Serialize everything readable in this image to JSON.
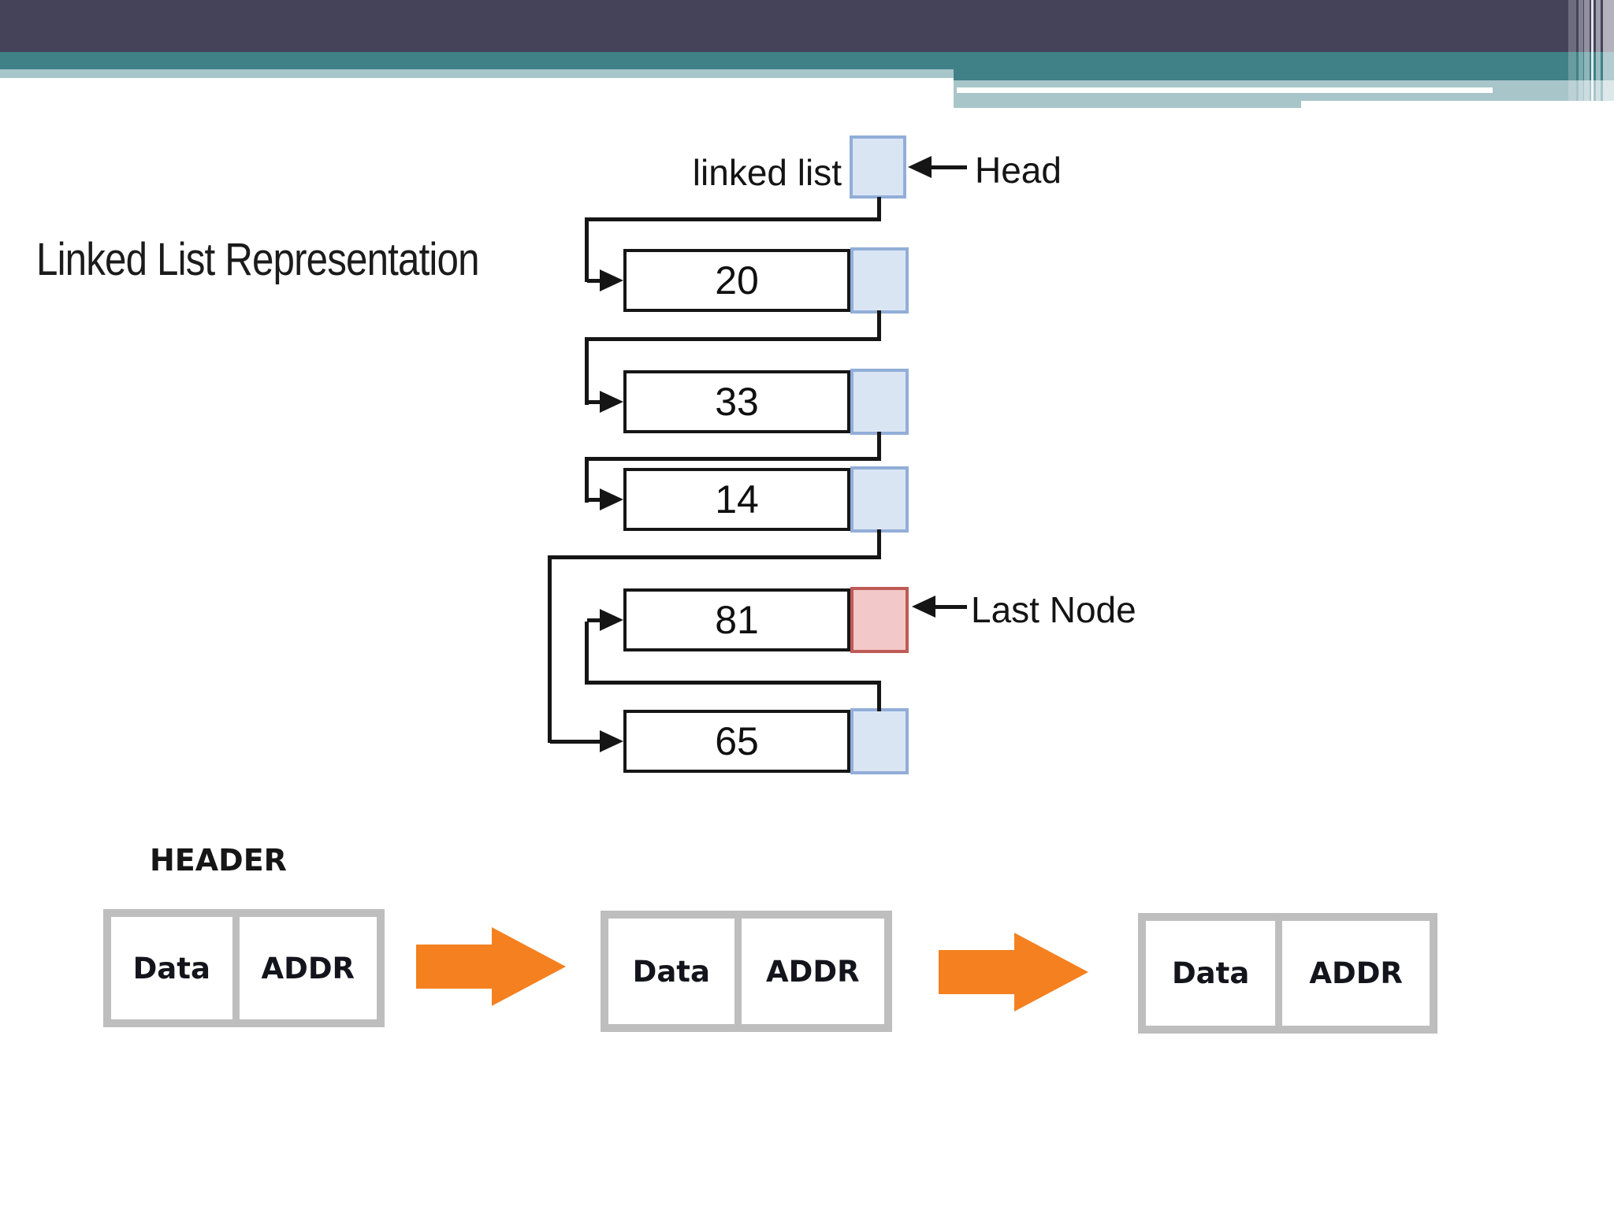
{
  "slide": {
    "title": "Linked List Representation"
  },
  "diagram": {
    "list_label": "linked list",
    "head_label": "Head",
    "last_node_label": "Last Node",
    "nodes": [
      {
        "value": "20",
        "pointer": "next"
      },
      {
        "value": "33",
        "pointer": "next"
      },
      {
        "value": "14",
        "pointer": "next"
      },
      {
        "value": "81",
        "pointer": "null"
      },
      {
        "value": "65",
        "pointer": "next"
      }
    ]
  },
  "memory": {
    "header_label": "HEADER",
    "groups": [
      {
        "data_label": "Data",
        "addr_label": "ADDR"
      },
      {
        "data_label": "Data",
        "addr_label": "ADDR"
      },
      {
        "data_label": "Data",
        "addr_label": "ADDR"
      }
    ]
  },
  "css_vars": {
    "dark-bar": "#45435A",
    "teal": "#3F8187",
    "light-band": "#A8C5C9",
    "line": "#151515",
    "node-border": "#161616",
    "ptr-fill": "#DAE5F4",
    "ptr-border": "#92AED8",
    "last-fill": "#F2C8C8",
    "last-border": "#BF5B57",
    "orange": "#F5801F",
    "frame": "#BEBEBE"
  }
}
